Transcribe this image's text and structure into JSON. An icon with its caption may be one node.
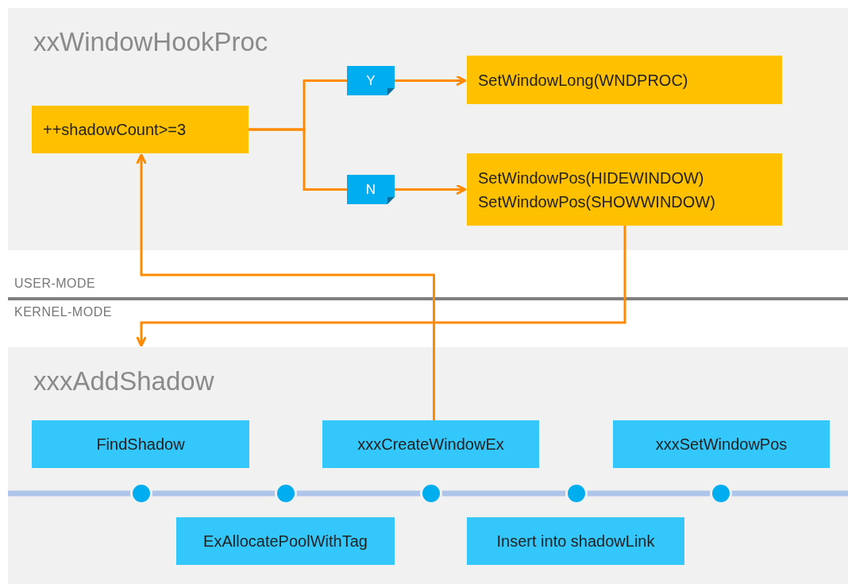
{
  "diagram": {
    "nodes": [
      {
        "text": [
          "xxWindowHookProc"
        ]
      },
      {
        "text": [
          "++shadowCount>=3"
        ],
        "in": 0
      },
      {
        "text": [
          "Y"
        ],
        "in": 0
      },
      {
        "text": [
          "N"
        ],
        "in": 0
      },
      {
        "text": [
          "SetWindowLong(WNDPROC)"
        ],
        "in": 0
      },
      {
        "text": [
          "SetWindowPos(HIDEWINDOW)",
          "SetWindowPos(SHOWWINDOW)"
        ],
        "in": 0
      },
      {
        "text": [
          "xxxAddShadow"
        ]
      },
      {
        "text": [
          "FindShadow"
        ],
        "in": 6
      },
      {
        "text": [
          "xxxCreateWindowEx"
        ],
        "in": 6
      },
      {
        "text": [
          "xxxSetWindowPos"
        ],
        "in": 6
      },
      {
        "text": [
          "ExAllocatePoolWithTag"
        ],
        "in": 6
      },
      {
        "text": [
          "Insert into shadowLink"
        ],
        "in": 6
      }
    ],
    "edges": [
      {
        "from": 1,
        "to": 2,
        "arrow": "none"
      },
      {
        "from": 1,
        "to": 3,
        "arrow": "none"
      },
      {
        "from": 2,
        "to": 4,
        "arrow": "to"
      },
      {
        "from": 3,
        "to": 5,
        "arrow": "to"
      },
      {
        "from": 8,
        "to": 1,
        "arrow": "to"
      },
      {
        "from": 5,
        "to": 6,
        "arrow": "to"
      }
    ],
    "labels": [
      "USER-MODE",
      "KERNEL-MODE"
    ]
  }
}
